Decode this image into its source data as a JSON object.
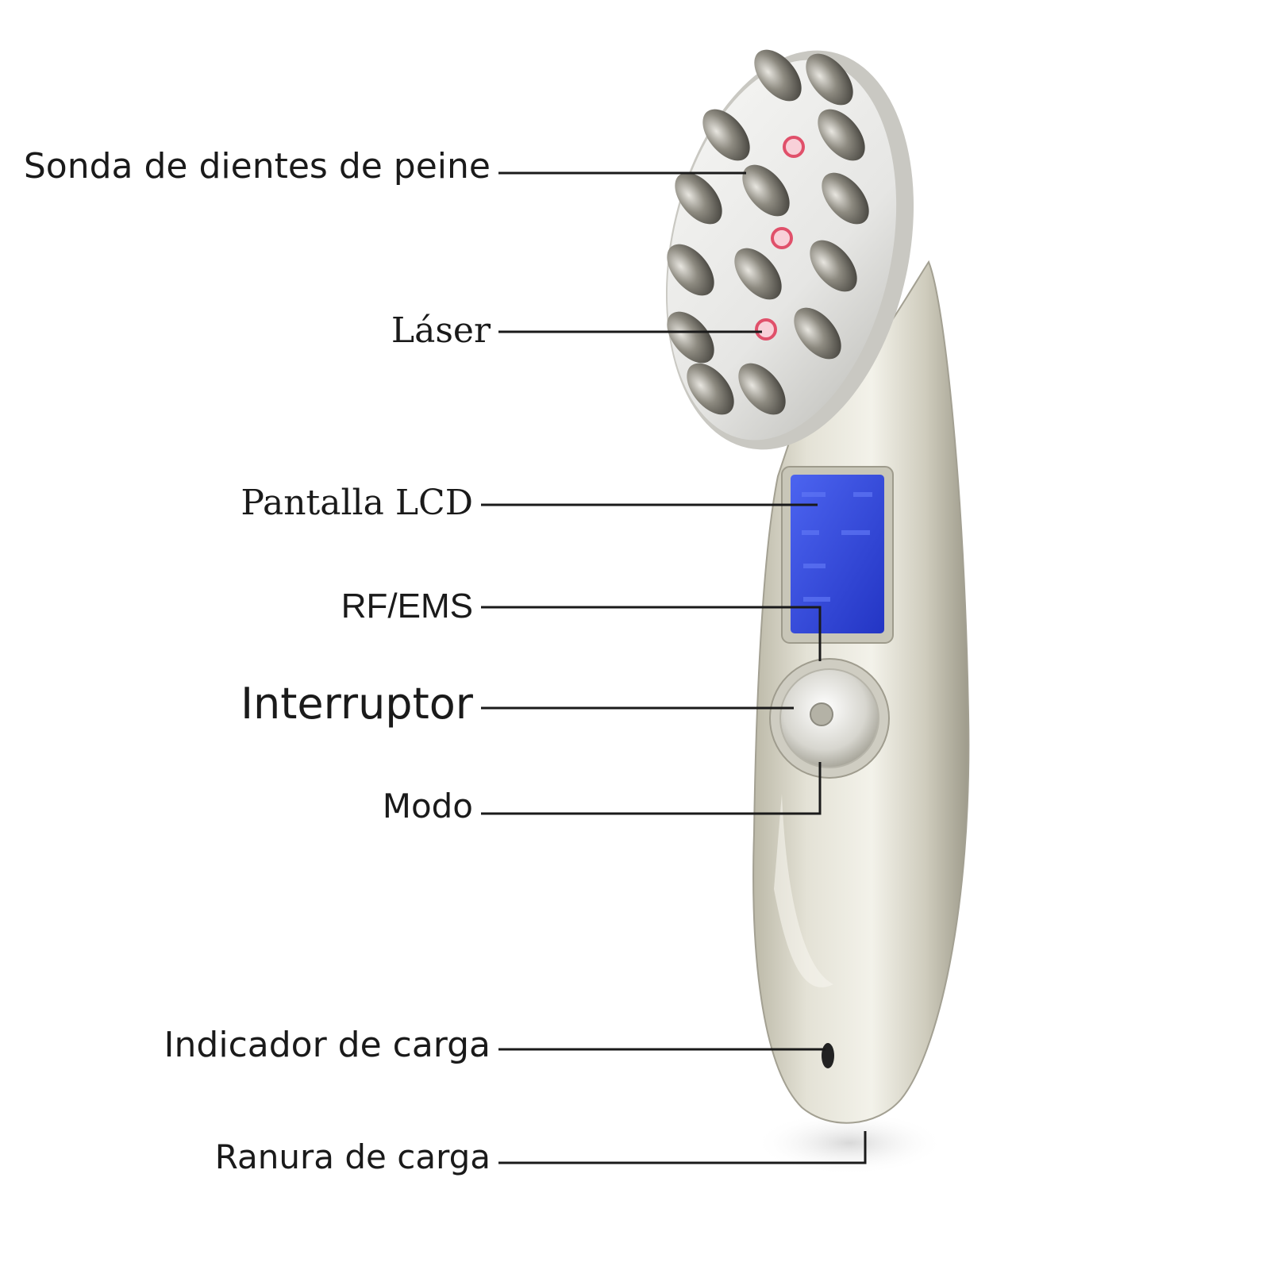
{
  "labels": {
    "comb_probe": "Sonda de dientes de peine",
    "laser": "Láser",
    "lcd": "Pantalla LCD",
    "rf_ems": "RF/EMS",
    "switch": "Interruptor",
    "mode": "Modo",
    "charge_indicator": "Indicador de carga",
    "charge_slot": "Ranura de carga"
  },
  "colors": {
    "body": "#d6d3c4",
    "lcd": "#2f46d8",
    "laser": "#e0506a",
    "line": "#1a1a1a"
  }
}
